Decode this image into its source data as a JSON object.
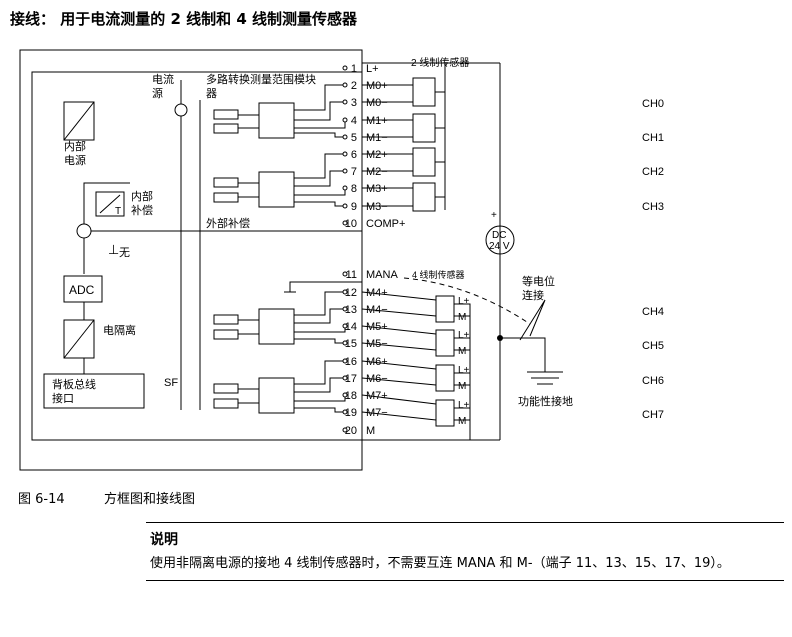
{
  "title": "接线： 用于电流测量的 2 线制和 4 线制测量传感器",
  "figure": {
    "number": "图 6-14",
    "caption": "方框图和接线图"
  },
  "note": {
    "heading": "说明",
    "body": "使用非隔离电源的接地 4 线制传感器时，不需要互连 MANA 和 M-（端子 11、13、15、17、19）。"
  },
  "labels": {
    "internal_power": [
      "内部",
      "电源"
    ],
    "current_source": [
      "电流",
      "源"
    ],
    "multiplexer": [
      "多路转换测量范围模块",
      "器"
    ],
    "internal_comp": [
      "内部",
      "补偿"
    ],
    "external_comp": "外部补偿",
    "none": "无",
    "adc": "ADC",
    "isolation": "电隔离",
    "backplane": [
      "背板总线",
      "接口"
    ],
    "sf": "SF",
    "two_wire": "2 线制传感器",
    "four_wire": "4 线制传感器",
    "dc_supply": [
      "DC",
      "24 V"
    ],
    "equipotential": [
      "等电位",
      "连接"
    ],
    "functional_earth": "功能性接地",
    "plus": "+",
    "minus": "-",
    "ground_mark": "⊥",
    "temp_mark": "T"
  },
  "terminals": [
    {
      "num": "1",
      "name": "L+"
    },
    {
      "num": "2",
      "name": "M0+"
    },
    {
      "num": "3",
      "name": "M0−"
    },
    {
      "num": "4",
      "name": "M1+"
    },
    {
      "num": "5",
      "name": "M1−"
    },
    {
      "num": "6",
      "name": "M2+"
    },
    {
      "num": "7",
      "name": "M2−"
    },
    {
      "num": "8",
      "name": "M3+"
    },
    {
      "num": "9",
      "name": "M3−"
    },
    {
      "num": "10",
      "name": "COMP+"
    },
    {
      "num": "11",
      "name": "MANA"
    },
    {
      "num": "12",
      "name": "M4+"
    },
    {
      "num": "13",
      "name": "M4−"
    },
    {
      "num": "14",
      "name": "M5+"
    },
    {
      "num": "15",
      "name": "M5−"
    },
    {
      "num": "16",
      "name": "M6+"
    },
    {
      "num": "17",
      "name": "M6−"
    },
    {
      "num": "18",
      "name": "M7+"
    },
    {
      "num": "19",
      "name": "M7−"
    },
    {
      "num": "20",
      "name": "M"
    }
  ],
  "channels": [
    "CH0",
    "CH1",
    "CH2",
    "CH3",
    "CH4",
    "CH5",
    "CH6",
    "CH7"
  ],
  "four_wire_pins": [
    "L+",
    "M"
  ],
  "colors": {
    "line": "#000000",
    "ground": "#000000"
  }
}
